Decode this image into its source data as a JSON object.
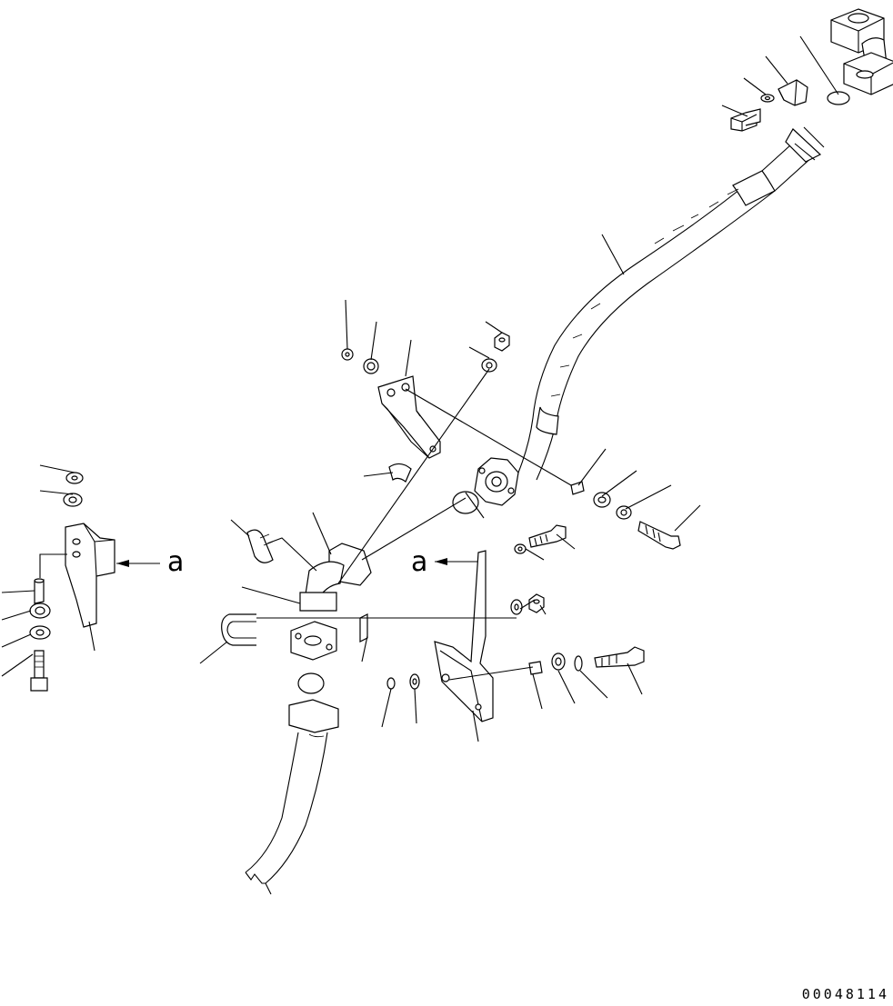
{
  "diagram": {
    "view_labels": [
      "a",
      "a"
    ],
    "drawing_number": "00048114"
  }
}
